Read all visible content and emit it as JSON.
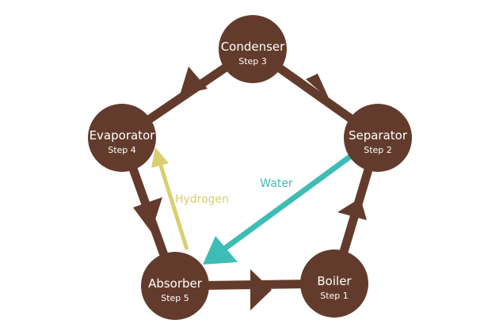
{
  "colors": {
    "node": "#633b2c",
    "cycle_link": "#633b2c",
    "water": "#3dbdb5",
    "hydrogen": "#d8cf6e",
    "node_text": "#ffffff",
    "background": "#ffffff"
  },
  "nodes": {
    "condenser": {
      "name": "Condenser",
      "step": "Step 3"
    },
    "separator": {
      "name": "Separator",
      "step": "Step 2"
    },
    "boiler": {
      "name": "Boiler",
      "step": "Step 1"
    },
    "absorber": {
      "name": "Absorber",
      "step": "Step 5"
    },
    "evaporator": {
      "name": "Evaporator",
      "step": "Step 4"
    }
  },
  "cycle_order": [
    "boiler",
    "separator",
    "condenser",
    "evaporator",
    "absorber"
  ],
  "flows": {
    "water": {
      "label": "Water",
      "from": "separator",
      "to": "absorber"
    },
    "hydrogen": {
      "label": "Hydrogen",
      "from": "absorber",
      "to": "evaporator"
    }
  }
}
